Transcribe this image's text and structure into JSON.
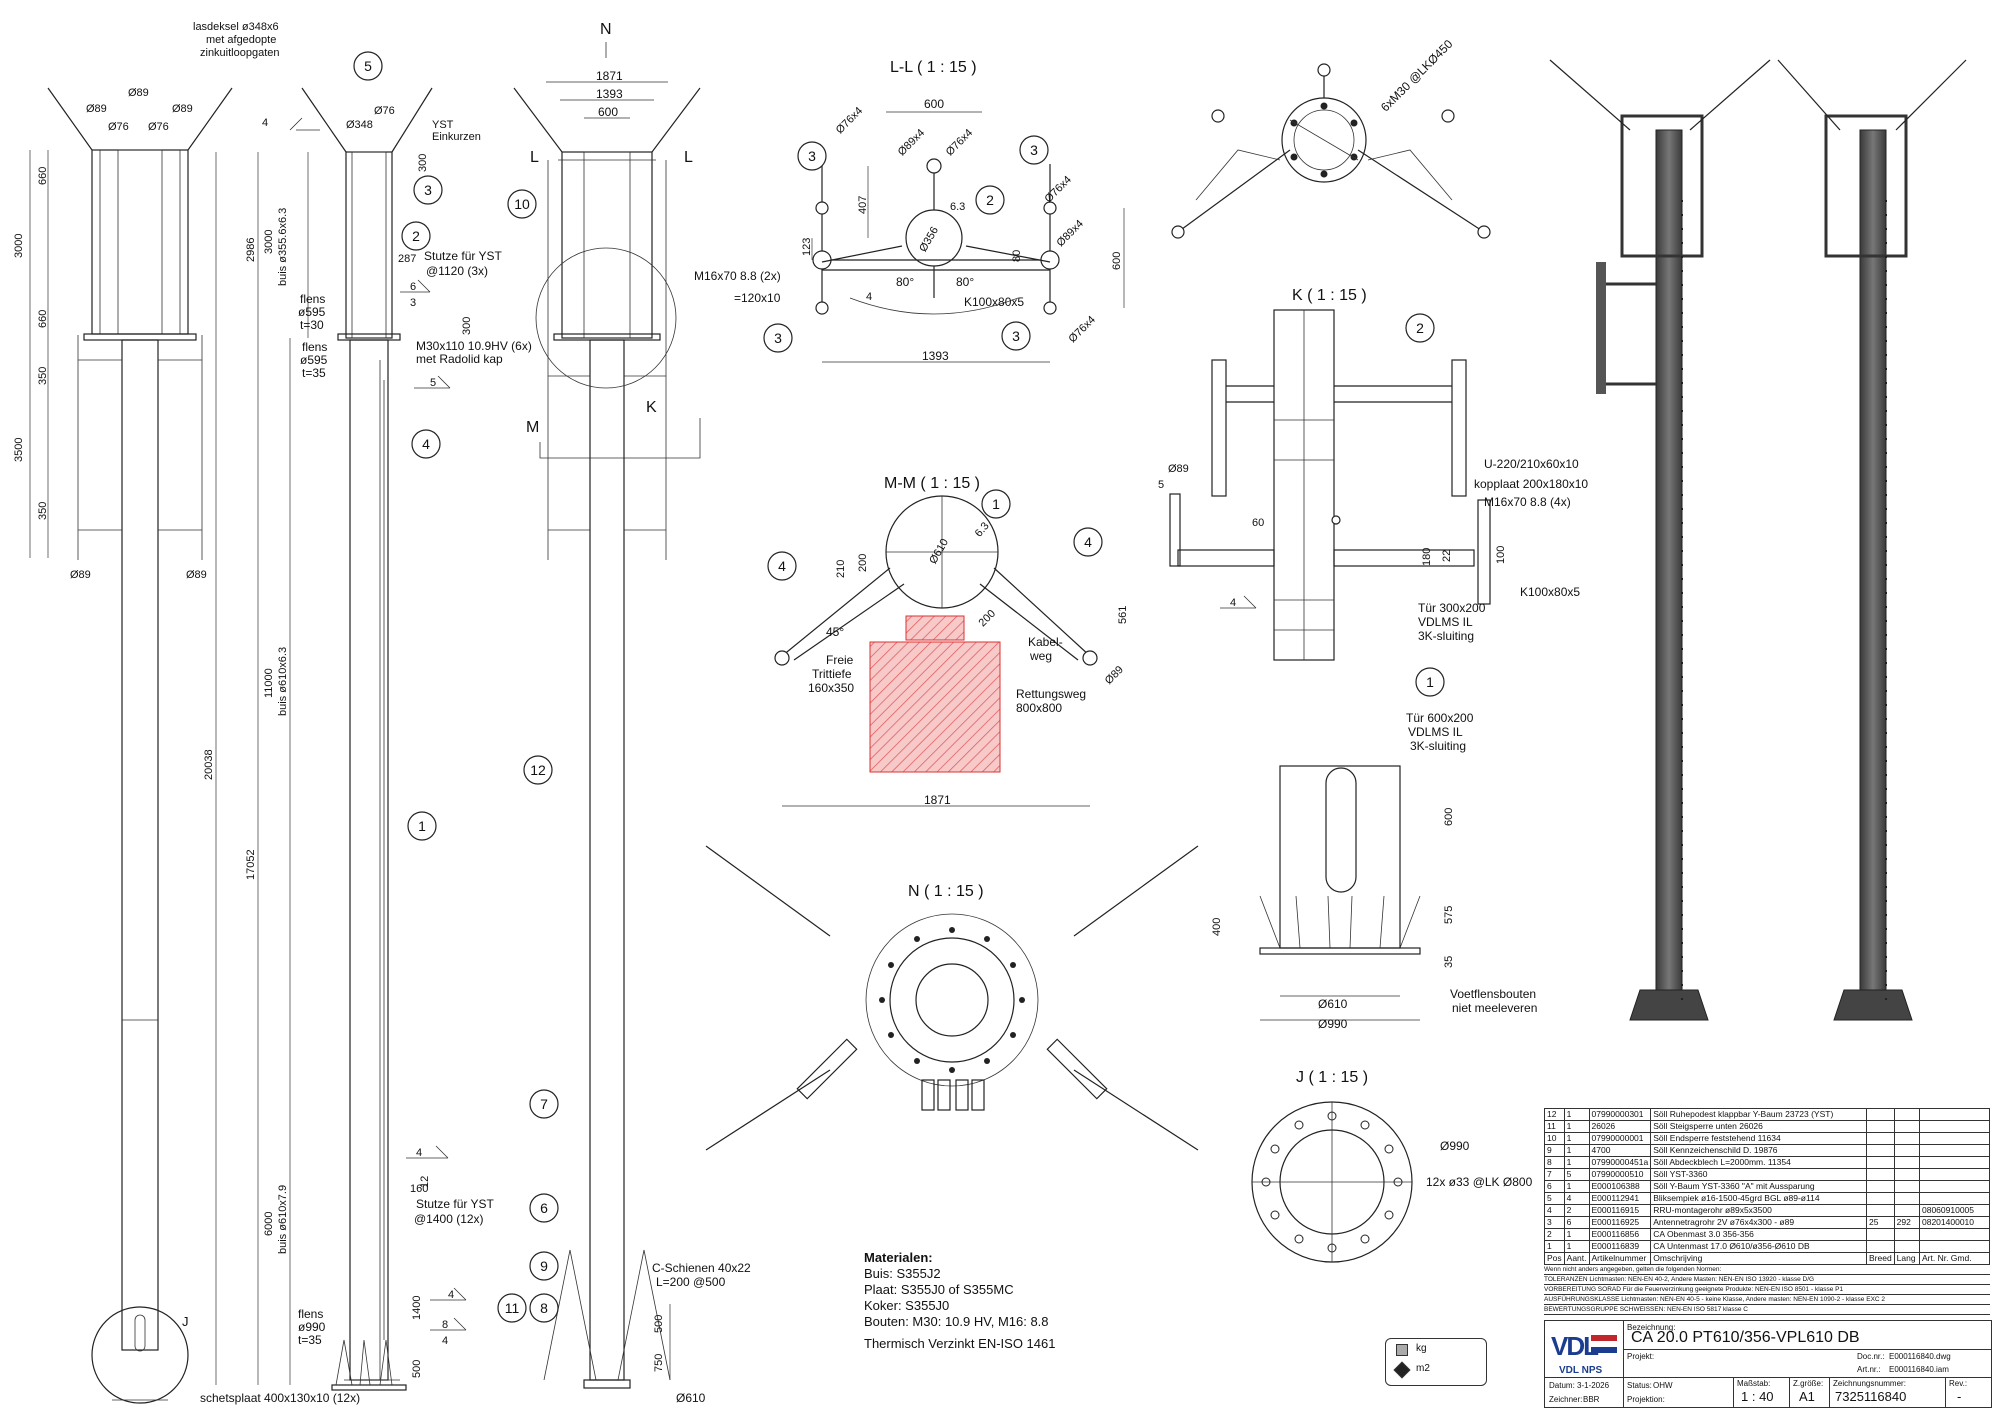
{
  "views": {
    "LL": "L-L ( 1 : 15 )",
    "MM": "M-M ( 1 : 15 )",
    "K": "K ( 1 : 15 )",
    "N": "N ( 1 : 15 )",
    "J": "J ( 1 : 15 )"
  },
  "markers": {
    "N": "N",
    "L": "L",
    "M": "M",
    "K": "K",
    "J": "J"
  },
  "balloons": [
    "1",
    "2",
    "3",
    "4",
    "5",
    "6",
    "7",
    "8",
    "9",
    "10",
    "11",
    "12"
  ],
  "side_view_labels": {
    "phi89_a": "Ø89",
    "phi89_b": "Ø89",
    "phi89_c": "Ø89",
    "phi76_a": "Ø76",
    "phi76_b": "Ø76",
    "d660_a": "660",
    "d3000": "3000",
    "d660_b": "660",
    "d350_a": "350",
    "d3500": "3500",
    "d350_b": "350",
    "phi89_d": "Ø89",
    "phi89_e": "Ø89"
  },
  "elevation_labels": {
    "lasdeksel": "lasdeksel ø348x6",
    "afgedopte": "met afgedopte",
    "zinkuit": "zinkuitloopgaten",
    "phi348": "Ø348",
    "phi76": "Ø76",
    "yst": "YST",
    "einkurzen": "Einkurzen",
    "d300": "300",
    "d2986": "2986",
    "d3000": "3000",
    "buis1": "buis ø355.6x6.3",
    "d287": "287",
    "stutze1": "Stutze für YST",
    "stutze1b": "@1120 (3x)",
    "flens1": "flens",
    "flens1d": "ø595",
    "flens1t": "t=30",
    "flens2": "flens",
    "flens2d": "ø595",
    "flens2t": "t=35",
    "m30": "M30x110 10.9HV (6x)",
    "radolid": "met Radolid kap",
    "d300b": "300",
    "d20038": "20038",
    "d17052": "17052",
    "d11000": "11000",
    "buis2": "buis ø610x6.3",
    "d6000": "6000",
    "buis3": "buis ø610x7.9",
    "d160": "160",
    "d12": "12",
    "stutze2": "Stutze für YST",
    "stutze2b": "@1400 (12x)",
    "d1400": "1400",
    "flens3": "flens",
    "flens3d": "ø990",
    "flens3t": "t=35",
    "d500": "500",
    "schets": "schetsplaat 400x130x10 (12x)",
    "w4a": "4",
    "w6": "6",
    "w3": "3",
    "w5": "5",
    "w4b": "4",
    "w4c": "4",
    "w8": "8",
    "w4d": "4"
  },
  "front_labels": {
    "d1871": "1871",
    "d1393": "1393",
    "d600": "600",
    "cschienen": "C-Schienen 40x22",
    "cschienen_b": "L=200 @500",
    "d500": "500",
    "d750": "750",
    "phi610": "Ø610"
  },
  "LL_labels": {
    "d600": "600",
    "phi76_1": "Ø76x4",
    "phi89": "Ø89x4",
    "phi76_2": "Ø76x4",
    "d407": "407",
    "d123": "123",
    "phi356": "Ø356",
    "t63": "6.3",
    "m16": "M16x70 8.8 (2x)",
    "plate": "=120x10",
    "a80a": "80°",
    "a80b": "80°",
    "d80": "80",
    "k100": "K100x80x5",
    "phi76_3": "Ø76x4",
    "phi89b": "Ø89x4",
    "phi76_4": "Ø76x4",
    "d600b": "600",
    "d1393": "1393",
    "w4": "4"
  },
  "top_right_labels": {
    "bolts": "6xM30 @LKØ450"
  },
  "MM_labels": {
    "phi610": "Ø610",
    "t63": "6.3",
    "d210": "210",
    "d200": "200",
    "a45": "45°",
    "d200b": "200",
    "d561": "561",
    "phi89": "Ø89",
    "freie": "Freie",
    "trittiefe": "Trittiefe",
    "tritt_dim": "160x350",
    "kabel": "Kabel-",
    "weg": "weg",
    "rettung": "Rettungsweg",
    "rettung_dim": "800x800",
    "d1871": "1871"
  },
  "K_labels": {
    "phi89": "Ø89",
    "d5": "5",
    "u220": "U-220/210x60x10",
    "kopplaat": "kopplaat 200x180x10",
    "m16": "M16x70 8.8 (4x)",
    "d60": "60",
    "d180": "180",
    "d22": "22",
    "d100": "100",
    "k100": "K100x80x5",
    "tur": "Tür 300x200",
    "vdlms": "VDLMS IL",
    "sluiting": "3K-sluiting",
    "w4": "4"
  },
  "door_labels": {
    "tur": "Tür 600x200",
    "vdlms": "VDLMS IL",
    "sluiting": "3K-sluiting",
    "d600": "600",
    "d575": "575",
    "d35": "35",
    "d400": "400",
    "phi610": "Ø610",
    "phi990": "Ø990",
    "voet": "Voetflensbouten",
    "voet_b": "niet meeleveren"
  },
  "J_labels": {
    "phi990": "Ø990",
    "bolts": "12x ø33 @LK Ø800"
  },
  "materials": {
    "title": "Materialen:",
    "buis": "Buis: S355J2",
    "plaat": "Plaat: S355J0 of S355MC",
    "koker": "Koker: S355J0",
    "bouten": "Bouten: M30: 10.9 HV, M16: 8.8",
    "verzinkt": "Thermisch Verzinkt EN-ISO 1461"
  },
  "bom": {
    "rows": [
      [
        "12",
        "1",
        "07990000301",
        "Söll Ruhepodest klappbar Y-Baum 23723 (YST)",
        "",
        "",
        ""
      ],
      [
        "11",
        "1",
        "26026",
        "Söll Steigsperre unten 26026",
        "",
        "",
        ""
      ],
      [
        "10",
        "1",
        "07990000001",
        "Söll Endsperre feststehend 11634",
        "",
        "",
        ""
      ],
      [
        "9",
        "1",
        "4700",
        "Söll Kennzeichenschild D. 19876",
        "",
        "",
        ""
      ],
      [
        "8",
        "1",
        "07990000451a",
        "Söll Abdeckblech L=2000mm. 11354",
        "",
        "",
        ""
      ],
      [
        "7",
        "5",
        "07990000510",
        "Söll YST-3360",
        "",
        "",
        ""
      ],
      [
        "6",
        "1",
        "E000106388",
        "Söll Y-Baum  YST-3360 \"A\" mit Aussparung",
        "",
        "",
        ""
      ],
      [
        "5",
        "4",
        "E000112941",
        "Bliksempiek ø16-1500-45grd BGL ø89-ø114",
        "",
        "",
        ""
      ],
      [
        "4",
        "2",
        "E000116915",
        "RRU-montagerohr ø89x5x3500",
        "",
        "",
        "08060910005"
      ],
      [
        "3",
        "6",
        "E000116925",
        "Antennetragrohr 2V ø76x4x300 - ø89",
        "25",
        "292",
        "08201400010"
      ],
      [
        "2",
        "1",
        "E000116856",
        "CA Obenmast 3.0 356-356",
        "",
        "",
        ""
      ],
      [
        "1",
        "1",
        "E000116839",
        "CA Untenmast 17.0 Ø610/ø356-Ø610 DB",
        "",
        "",
        ""
      ]
    ],
    "header": [
      "Pos",
      "Aant.",
      "Artikelnummer",
      "Omschrijving",
      "Breed",
      "Lang",
      "Art. Nr. Gmd."
    ],
    "notes": [
      "Wenn nicht anders angegeben, gelten die folgenden Normen:",
      "TOLERANZEN  Lichtmasten: NEN-EN 40-2, Andere Masten: NEN-EN ISO 13920 - klasse D/G",
      "VORBEREITUNG SORAD  Für die Feuerverzinkung geeignete Produkte: NEN-EN ISO 8501 - klasse P1",
      "AUSFÜHRUNGSKLASSE  Lichtmasten: NEN-EN 40-5 - keine Klasse, Andere masten: NEN-EN 1090-2 - klasse EXC 2",
      "BEWERTUNGSGRUPPE SCHWEISSEN: NEN-EN ISO 5817 klasse C"
    ]
  },
  "legend": {
    "kg": "kg",
    "m2": "m2"
  },
  "title_block": {
    "logo_sub": "VDL NPS",
    "bezeichnung_label": "Bezeichnung:",
    "title": "CA 20.0 PT610/356-VPL610 DB",
    "projekt_label": "Projekt:",
    "docnr_label": "Doc.nr.:",
    "docnr": "E000116840.dwg",
    "artnr_label": "Art.nr.:",
    "artnr": "E000116840.iam",
    "datum_label": "Datum:",
    "datum": "3-1-2026",
    "status_label": "Status:",
    "status": "OHW",
    "massstab_label": "Maßstab:",
    "massstab": "1 : 40",
    "zgroesse_label": "Z.größe:",
    "zgroesse": "A1",
    "zeichnr_label": "Zeichnungsnummer:",
    "zeichnr": "7325116840",
    "rev_label": "Rev.:",
    "rev": "-",
    "zeichner_label": "Zeichner:",
    "zeichner": "BBR",
    "projektion_label": "Projektion:"
  }
}
